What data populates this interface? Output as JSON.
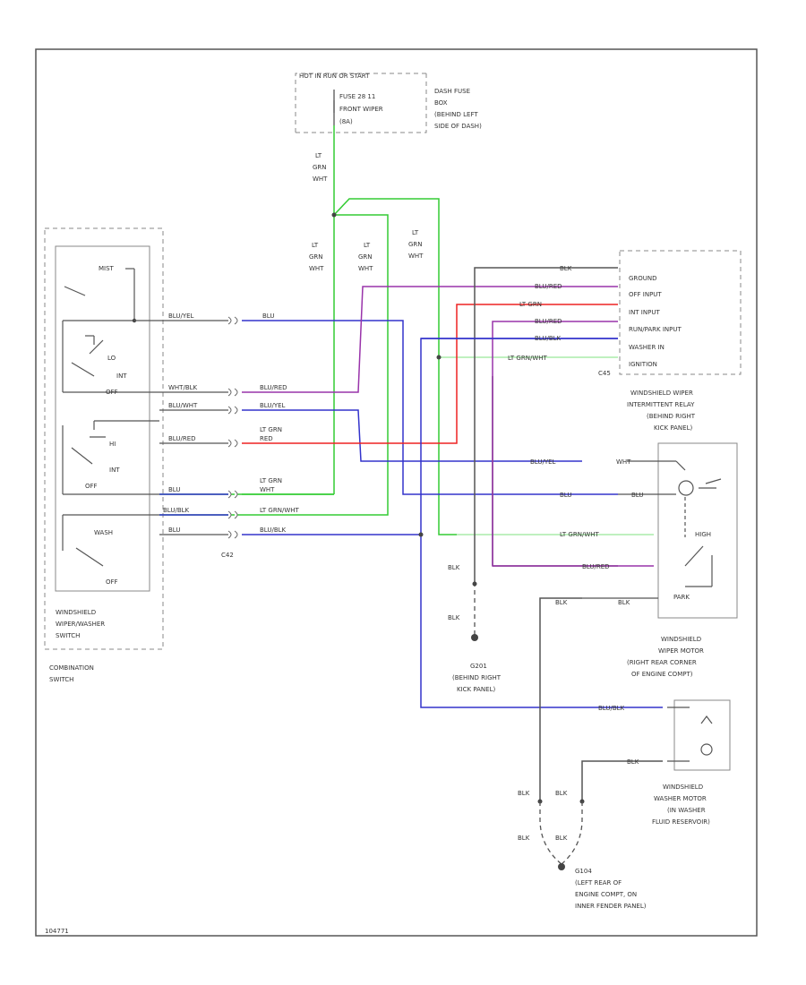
{
  "labels": {
    "hot_header": "HOT IN RUN OR START",
    "fuse_l1": "FUSE 28 11",
    "fuse_l2": "FRONT WIPER",
    "fuse_l3": "(8A)",
    "dash_l1": "DASH FUSE",
    "dash_l2": "BOX",
    "dash_l3": "(BEHIND LEFT",
    "dash_l4": "SIDE OF DASH)",
    "ltgrn": "LT",
    "grn": "GRN",
    "wht": "WHT",
    "mist": "MIST",
    "lo": "LO",
    "int": "INT",
    "off": "OFF",
    "hi": "HI",
    "wash": "WASH",
    "combo_sw_l1": "WINDSHIELD",
    "combo_sw_l2": "WIPER/WASHER",
    "combo_sw_l3": "SWITCH",
    "combo_l1": "COMBINATION",
    "combo_l2": "SWITCH",
    "blu_yel": "BLU/YEL",
    "blu": "BLU",
    "wht_blk": "WHT/BLK",
    "blu_wht": "BLU/WHT",
    "blu_red": "BLU/RED",
    "red": "RED",
    "lt_grn": "LT GRN",
    "blu_blk": "BLU/BLK",
    "lt_grn_wht": "LT GRN/WHT",
    "blk": "BLK",
    "c42": "C42",
    "c45": "C45",
    "ground": "GROUND",
    "off_input": "OFF INPUT",
    "int_input": "INT INPUT",
    "run_park_input": "RUN/PARK INPUT",
    "washer_in": "WASHER IN",
    "ignition": "IGNITION",
    "relay_l1": "WINDSHIELD WIPER",
    "relay_l2": "INTERMITTENT RELAY",
    "relay_l3": "(BEHIND RIGHT",
    "relay_l4": "KICK PANEL)",
    "high": "HIGH",
    "park": "PARK",
    "motor_l1": "WINDSHIELD",
    "motor_l2": "WIPER MOTOR",
    "motor_l3": "(RIGHT REAR CORNER",
    "motor_l4": "OF ENGINE COMPT)",
    "g201_l1": "G201",
    "g201_l2": "(BEHIND RIGHT",
    "g201_l3": "KICK PANEL)",
    "washer_l1": "WINDSHIELD",
    "washer_l2": "WASHER MOTOR",
    "washer_l3": "(IN WASHER",
    "washer_l4": "FLUID RESERVOIR)",
    "g104_l1": "G104",
    "g104_l2": "(LEFT REAR OF",
    "g104_l3": "ENGINE COMPT, ON",
    "g104_l4": "INNER FENDER PANEL)",
    "footer": "104771"
  },
  "colors": {
    "green": "#33cc33",
    "light_green": "#99e699",
    "blue": "#3333cc",
    "purple": "#9933aa",
    "red": "#ee2222",
    "black": "#555555"
  }
}
